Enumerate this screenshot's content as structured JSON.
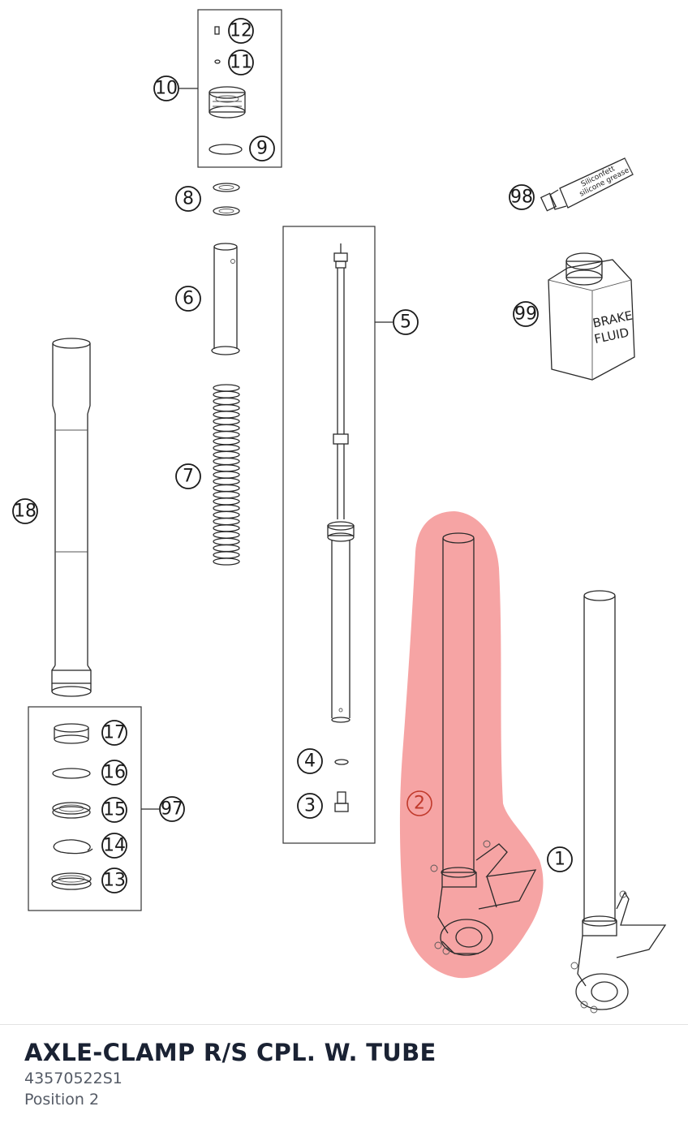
{
  "part": {
    "title": "AXLE-CLAMP R/S CPL. W. TUBE",
    "number": "43570522S1",
    "position": "Position 2"
  },
  "callouts": {
    "c1": "1",
    "c2": "2",
    "c3": "3",
    "c4": "4",
    "c5": "5",
    "c6": "6",
    "c7": "7",
    "c8": "8",
    "c9": "9",
    "c10": "10",
    "c11": "11",
    "c12": "12",
    "c13": "13",
    "c14": "14",
    "c15": "15",
    "c16": "16",
    "c17": "17",
    "c18": "18",
    "c97": "97",
    "c98": "98",
    "c99": "99"
  },
  "highlighted_callout": "2",
  "highlight_color": "#f48a8a",
  "product_text": {
    "can_line1": "BRAKE",
    "can_line2": "FLUID",
    "tube_line1": "Siliconfett",
    "tube_line2": "silicone grease"
  }
}
